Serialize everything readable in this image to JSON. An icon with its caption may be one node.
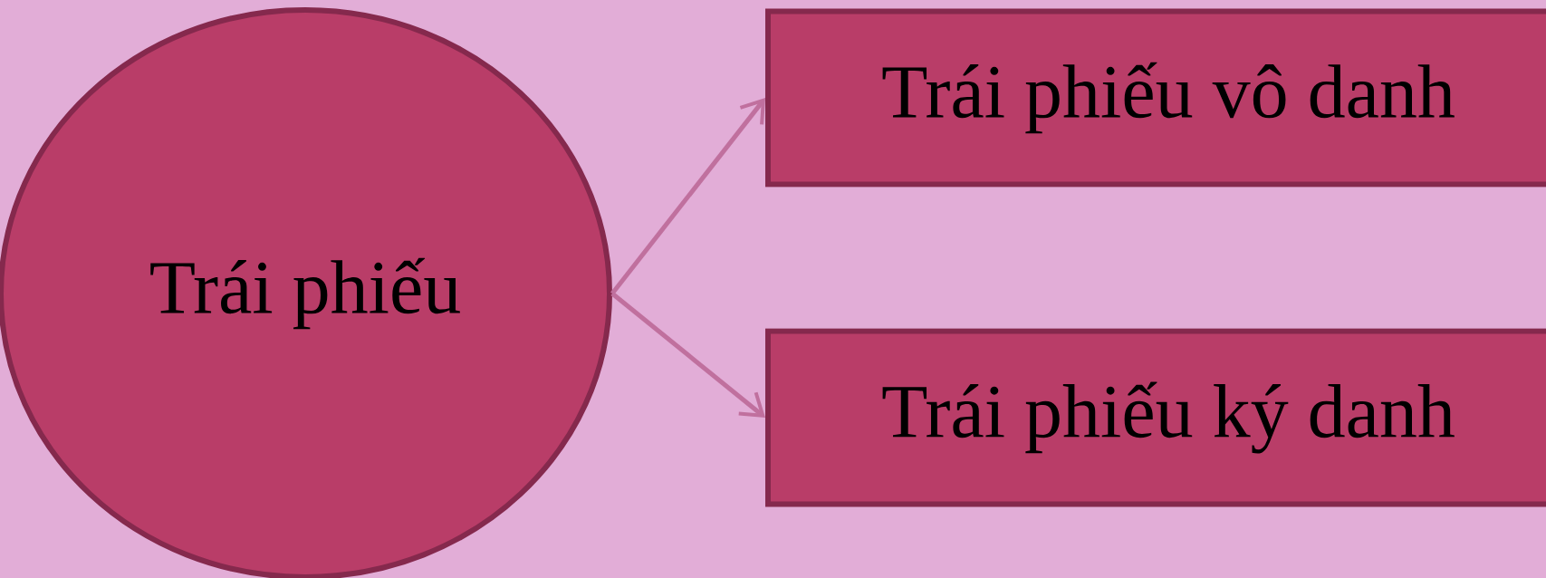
{
  "diagram": {
    "nodes": [
      {
        "text": [
          "Trái phiếu"
        ]
      },
      {
        "text": [
          "Trái phiếu vô danh"
        ]
      },
      {
        "text": [
          "Trái phiếu ký danh"
        ]
      }
    ],
    "edges": [
      {
        "from": 0,
        "to": 1,
        "arrow": "to"
      },
      {
        "from": 0,
        "to": 2,
        "arrow": "to"
      }
    ]
  }
}
